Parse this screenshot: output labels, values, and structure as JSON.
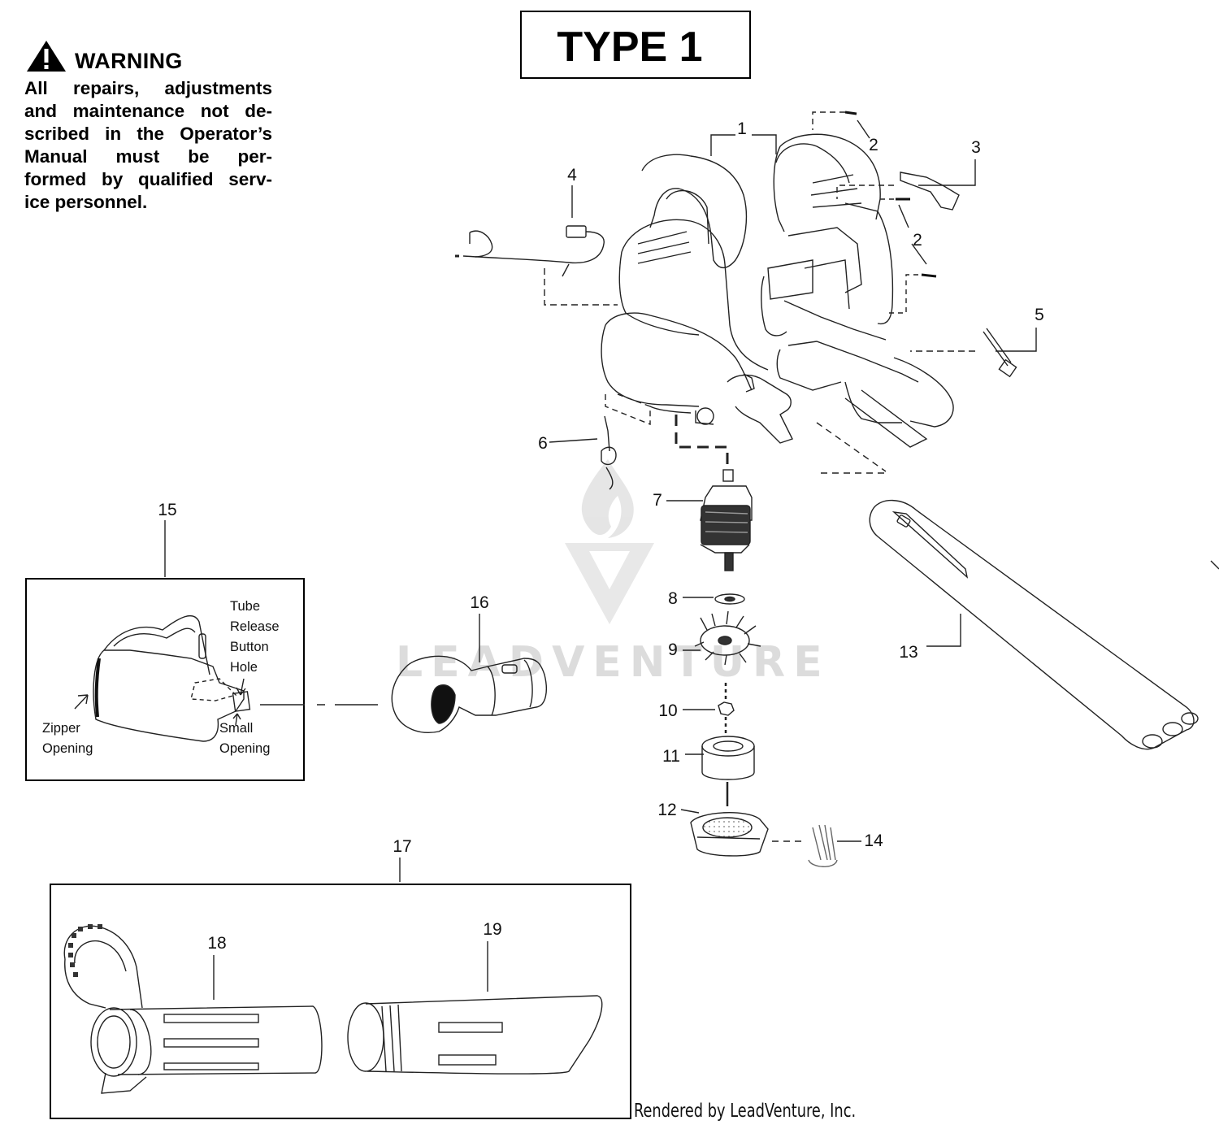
{
  "title": "TYPE 1",
  "warning": {
    "heading": "WARNING",
    "lines": [
      "All repairs, adjustments",
      "and maintenance not de-",
      "scribed in the Operator’s",
      "Manual must be per-",
      "formed by qualified serv-",
      "ice personnel."
    ]
  },
  "callouts": {
    "c1": "1",
    "c2a": "2",
    "c2b": "2",
    "c3": "3",
    "c4": "4",
    "c5": "5",
    "c6": "6",
    "c7": "7",
    "c8": "8",
    "c9": "9",
    "c10": "10",
    "c11": "11",
    "c12": "12",
    "c13": "13",
    "c14": "14",
    "c15": "15",
    "c16": "16",
    "c17": "17",
    "c18": "18",
    "c19": "19"
  },
  "bag_notes": {
    "tube_release": [
      "Tube",
      "Release",
      "Button",
      "Hole"
    ],
    "small_opening": [
      "Small",
      "Opening"
    ],
    "zipper_opening": [
      "Zipper",
      "Opening"
    ]
  },
  "watermark": "LEADVENTURE",
  "credit": "Rendered by LeadVenture, Inc."
}
